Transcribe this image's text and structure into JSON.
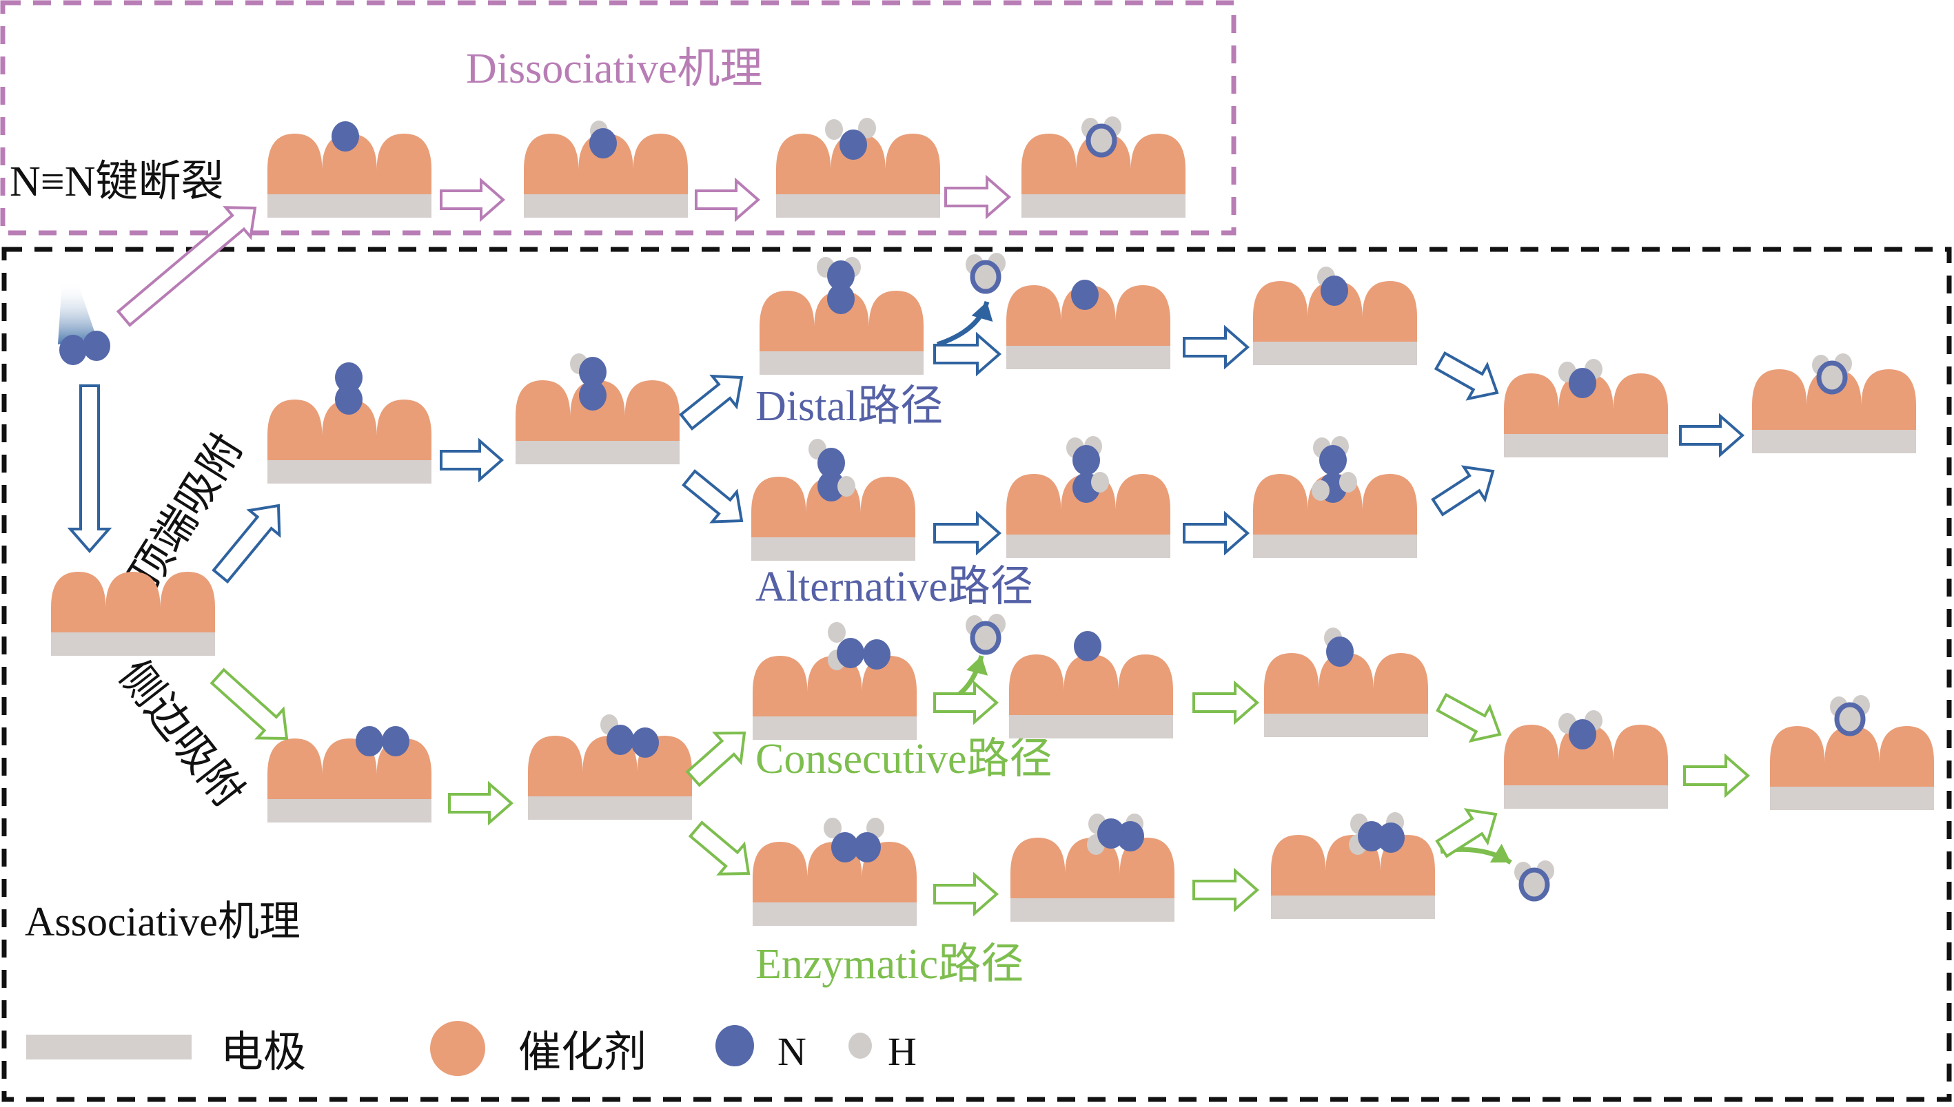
{
  "colors": {
    "catalyst": "#E99E78",
    "electrode": "#D5CFCD",
    "nitrogen": "#5568AA",
    "hydrogen": "#D0CCCA",
    "dissociative": "#B87DB5",
    "associative_border": "#111111",
    "blue_path": "#2F63A0",
    "blue_label": "#5561A6",
    "green_path": "#7DBE4E"
  },
  "dissociative": {
    "title": "Dissociative机理",
    "bond_break_label": "N≡N键断裂",
    "steps": [
      "N",
      "NH",
      "NH2",
      "NH3"
    ]
  },
  "associative": {
    "title": "Associative机理",
    "start_molecule": "N2",
    "bare_catalyst": "bare",
    "end_on_label": "顶端吸附",
    "side_on_label": "侧边吸附",
    "end_on_steps": [
      "N2-end-on",
      "N2H-end-on"
    ],
    "side_on_steps": [
      "N2-side-on",
      "N2H-side-on"
    ],
    "pathways": [
      {
        "name": "distal",
        "label": "Distal路径",
        "steps": [
          "NNH2",
          "N",
          "NH"
        ],
        "releases": "NH3"
      },
      {
        "name": "alternative",
        "label": "Alternative路径",
        "steps": [
          "HNNH",
          "HNNH2",
          "H2NNH2"
        ]
      },
      {
        "name": "consecutive",
        "label": "Consecutive路径",
        "steps": [
          "NNH2-side",
          "N",
          "NH"
        ],
        "releases": "NH3"
      },
      {
        "name": "enzymatic",
        "label": "Enzymatic路径",
        "steps": [
          "HNNH-side",
          "HNNH2-side",
          "H2NNH2-side"
        ],
        "releases": "NH3"
      }
    ],
    "merge_steps_end_on": [
      "NH2",
      "NH3"
    ],
    "merge_steps_side_on": [
      "NH2",
      "NH3"
    ]
  },
  "legend": {
    "items": [
      {
        "symbol": "electrode",
        "label": "电极"
      },
      {
        "symbol": "catalyst",
        "label": "催化剂"
      },
      {
        "symbol": "nitrogen",
        "label": "N"
      },
      {
        "symbol": "hydrogen",
        "label": "H"
      }
    ]
  }
}
